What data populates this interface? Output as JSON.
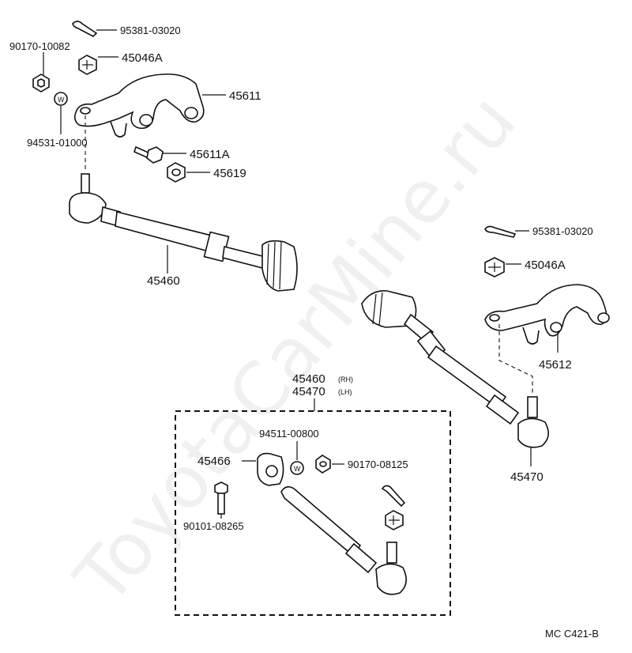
{
  "watermark": "ToyotaCarMine.ru",
  "diagram_code": "MC  C421-B",
  "assembly_box": {
    "title_rh": "45460",
    "title_rh_suffix": "(RH)",
    "title_lh": "45470",
    "title_lh_suffix": "(LH)"
  },
  "labels": {
    "cotter_pin_left": "95381-03020",
    "nut_upper_left": "90170-10082",
    "castle_nut_left": "45046A",
    "idler_arm": "45611",
    "washer_left": "94531-01000",
    "bolt_idler": "45611A",
    "nut_idler": "45619",
    "tie_rod_rh": "45460",
    "cotter_pin_right": "95381-03020",
    "castle_nut_right": "45046A",
    "knuckle_arm": "45612",
    "tie_rod_lh": "45470",
    "washer_box": "94511-00800",
    "clamp_box": "45466",
    "nut_box": "90170-08125",
    "bolt_box": "90101-08265"
  }
}
